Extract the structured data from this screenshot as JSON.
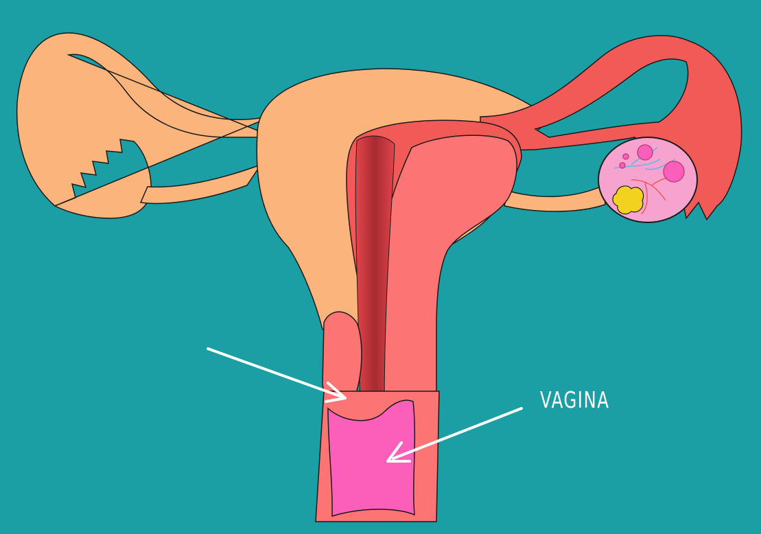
{
  "diagram": {
    "labels": {
      "vagina": "VAGINA"
    },
    "arrows": [
      {
        "name": "cervix-arrow",
        "target": "cervix"
      },
      {
        "name": "vagina-arrow",
        "target": "vagina"
      }
    ],
    "colors": {
      "background": "#1b9ea4",
      "tissue_peach": "#fbb47c",
      "tissue_red": "#f25a58",
      "cavity_dark": "#c8333a",
      "wall_salmon": "#fc7474",
      "vagina_pink": "#fc5fb9",
      "ovary_pink": "#f6a3cf",
      "follicle_yellow": "#f2d21e",
      "vessel_blue": "#5fb6e8",
      "vessel_red": "#f25a58",
      "outline": "#1a1a1a",
      "annotation": "#ffffff"
    }
  }
}
